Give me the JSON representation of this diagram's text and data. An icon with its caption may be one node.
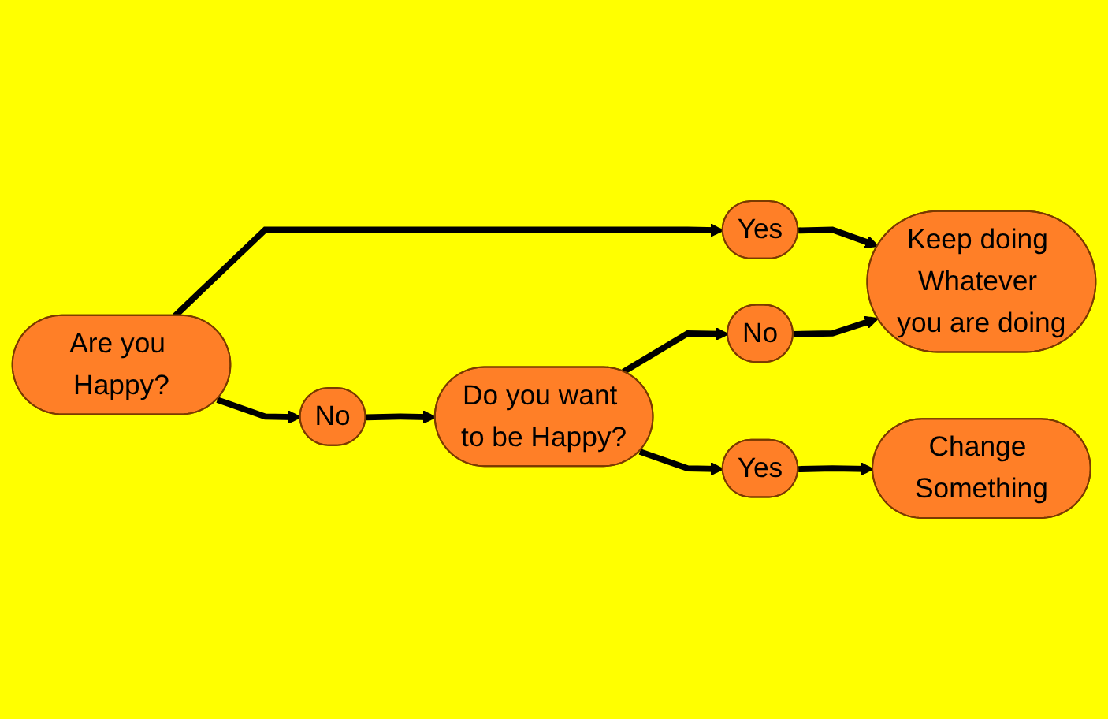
{
  "diagram": {
    "nodes": [
      {
        "text": [
          "Are you Happy?"
        ]
      },
      {
        "text": [
          "Yes"
        ]
      },
      {
        "text": [
          "Keep doing Whatever you are doing"
        ]
      },
      {
        "text": [
          "No"
        ]
      },
      {
        "text": [
          "Do you want to be Happy?"
        ]
      },
      {
        "text": [
          "No"
        ]
      },
      {
        "text": [
          "Yes"
        ]
      },
      {
        "text": [
          "Change Something"
        ]
      }
    ],
    "edges": [
      {
        "from": 0,
        "to": 1,
        "arrow": "to"
      },
      {
        "from": 1,
        "to": 2,
        "arrow": "to"
      },
      {
        "from": 0,
        "to": 3,
        "arrow": "to"
      },
      {
        "from": 3,
        "to": 4,
        "arrow": "to"
      },
      {
        "from": 4,
        "to": 5,
        "arrow": "to"
      },
      {
        "from": 5,
        "to": 2,
        "arrow": "to"
      },
      {
        "from": 4,
        "to": 6,
        "arrow": "to"
      },
      {
        "from": 6,
        "to": 7,
        "arrow": "to"
      }
    ]
  }
}
